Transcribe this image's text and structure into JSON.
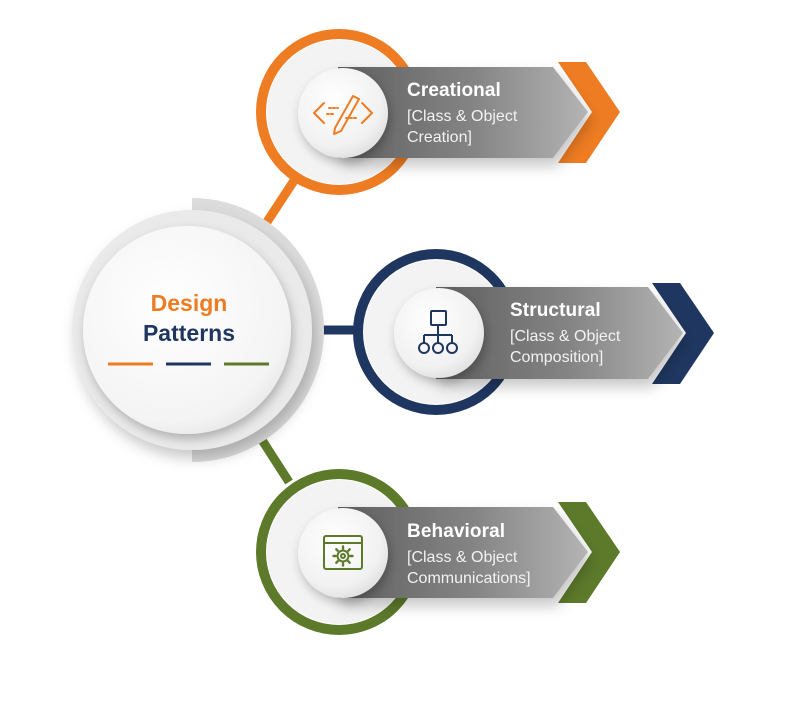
{
  "center": {
    "line1": "Design",
    "line2": "Patterns"
  },
  "items": [
    {
      "title": "Creational",
      "subtitle_line1": "[Class & Object",
      "subtitle_line2": "Creation]",
      "icon": "code-pencil-icon",
      "color": "#ee7c22"
    },
    {
      "title": "Structural",
      "subtitle_line1": "[Class & Object",
      "subtitle_line2": "Composition]",
      "icon": "hierarchy-icon",
      "color": "#1f3760"
    },
    {
      "title": "Behavioral",
      "subtitle_line1": "[Class & Object",
      "subtitle_line2": "Communications]",
      "icon": "gear-window-icon",
      "color": "#5c7a2a"
    }
  ],
  "colors": {
    "orange": "#ee7c22",
    "navy": "#1f3760",
    "olive": "#5c7a2a",
    "banner_dark": "#6d6d6d",
    "banner_light": "#a9a9a9"
  }
}
